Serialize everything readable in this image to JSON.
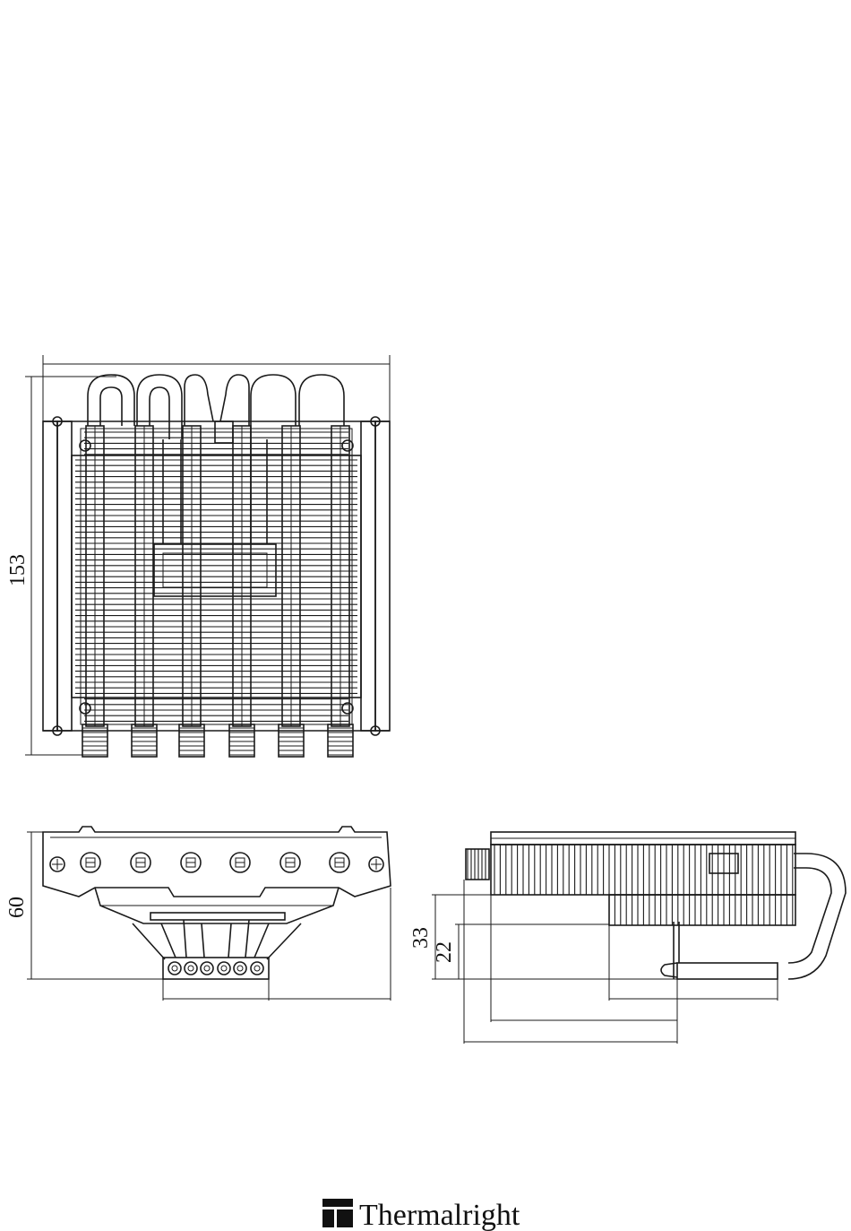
{
  "dimensions": {
    "height_top": "153",
    "height_front": "60",
    "side_33": "33",
    "side_22": "22"
  },
  "brand": {
    "name": "Thermalright",
    "logo_icon": "thermalright-logo-icon"
  },
  "colors": {
    "line": "#1a1a1a",
    "background": "#ffffff"
  }
}
